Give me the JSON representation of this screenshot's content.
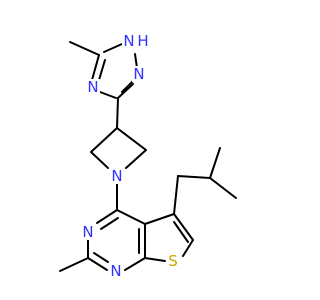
{
  "molecule": {
    "atom_labels": {
      "n_triazole_top": "N",
      "h_triazole_top": "H",
      "n_triazole_left": "N",
      "n_triazole_right": "N",
      "n_azetidine": "N",
      "n_pyrimidine_left": "N",
      "n_pyrimidine_bottom": "N",
      "s_thiophene": "S"
    },
    "colors": {
      "nitrogen": "#3333ff",
      "sulfur": "#c8a800",
      "carbon_bond": "#000000",
      "background": "#ffffff"
    }
  }
}
